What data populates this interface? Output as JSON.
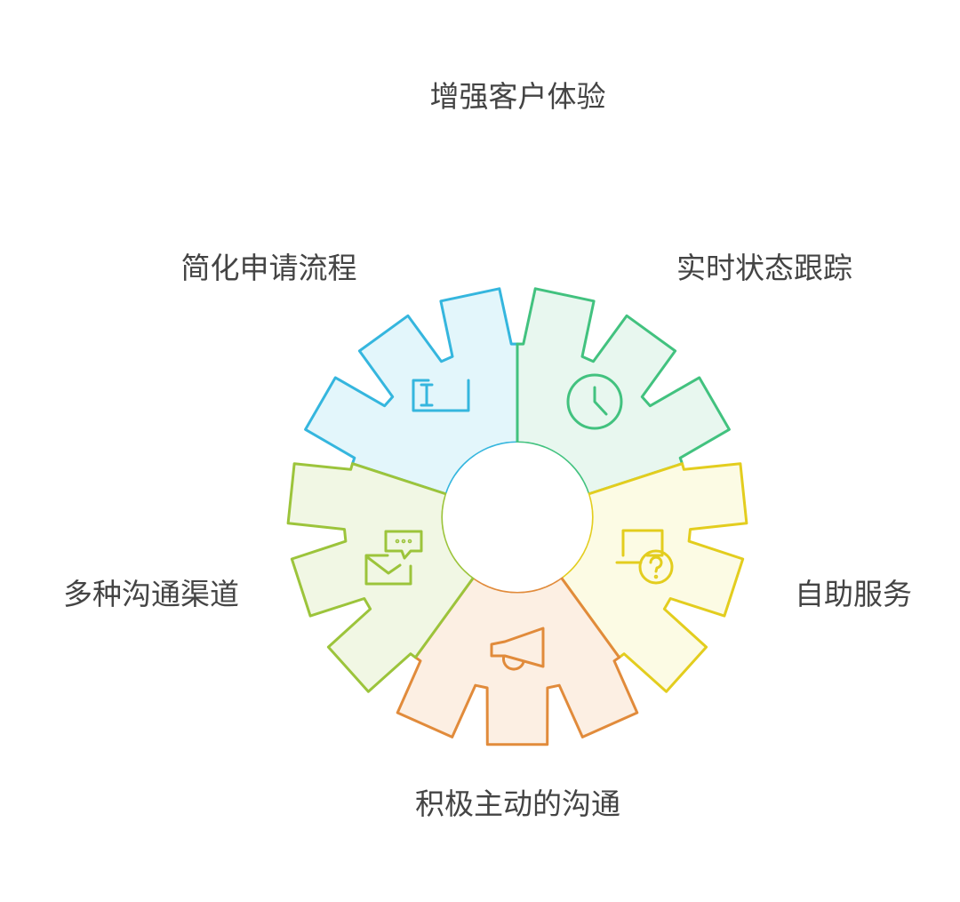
{
  "title": "增强客户体验",
  "segments": [
    {
      "label": "简化申请流程",
      "icon": "text-cursor-icon",
      "fill": "#e3f6fb",
      "stroke": "#35b6de"
    },
    {
      "label": "实时状态跟踪",
      "icon": "clock-icon",
      "fill": "#e8f7ef",
      "stroke": "#42c27f"
    },
    {
      "label": "自助服务",
      "icon": "question-screen-icon",
      "fill": "#fcfbe4",
      "stroke": "#e3cd1e"
    },
    {
      "label": "积极主动的沟通",
      "icon": "megaphone-icon",
      "fill": "#fcefe3",
      "stroke": "#e18b3b"
    },
    {
      "label": "多种沟通渠道",
      "icon": "mail-chat-icon",
      "fill": "#f1f7e4",
      "stroke": "#9cc43b"
    }
  ]
}
